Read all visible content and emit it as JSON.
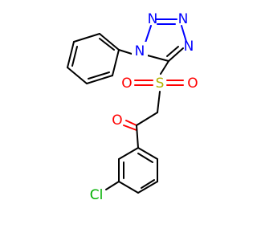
{
  "molecule": {
    "atoms": [
      {
        "id": "n1",
        "label": "N",
        "color": "#0000ff"
      },
      {
        "id": "n2",
        "label": "N",
        "color": "#0000ff"
      },
      {
        "id": "n3",
        "label": "N",
        "color": "#0000ff"
      },
      {
        "id": "n4",
        "label": "N",
        "color": "#0000ff"
      },
      {
        "id": "s1",
        "label": "S",
        "color": "#b2b200"
      },
      {
        "id": "o1",
        "label": "O",
        "color": "#ff0000"
      },
      {
        "id": "o2",
        "label": "O",
        "color": "#ff0000"
      },
      {
        "id": "o3",
        "label": "O",
        "color": "#ff0000"
      },
      {
        "id": "cl1",
        "label": "Cl",
        "color": "#00b000"
      }
    ],
    "bond_color": "#000000"
  }
}
